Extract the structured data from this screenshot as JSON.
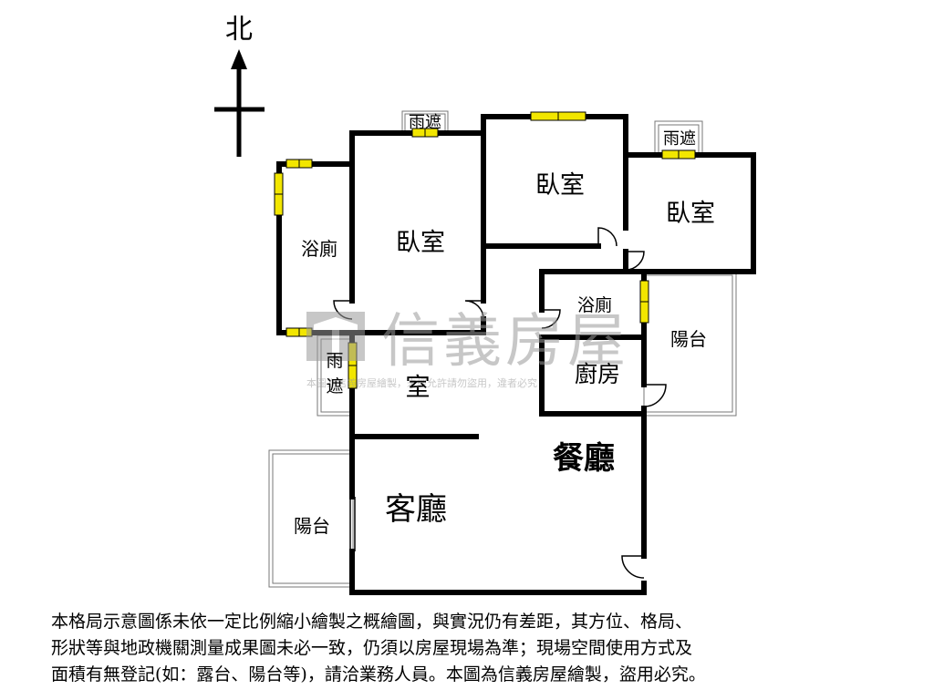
{
  "compass": {
    "north_label": "北"
  },
  "rooms": {
    "bedroom_west": "臥室",
    "bedroom_center": "臥室",
    "bedroom_east": "臥室",
    "bath_west": "浴廁",
    "bath_center": "浴廁",
    "kitchen": "廚房",
    "dining": "餐廳",
    "living": "客廳",
    "room_small": "室",
    "balcony_east": "陽台",
    "balcony_west": "陽台"
  },
  "canopies": {
    "north_a": "雨遮",
    "north_b": "雨遮",
    "west_line1": "雨",
    "west_line2": "遮"
  },
  "watermark": {
    "brand": "信義房屋",
    "notice": "本圖為信義房屋繪製，未經允許請勿盜用，違者必究"
  },
  "disclaimer": {
    "line1": "本格局示意圖係未依一定比例縮小繪製之概繪圖，與實況仍有差距，其方位、格局、",
    "line2": "形狀等與地政機關測量成果圖未必一致，仍須以房屋現場為準；現場空間使用方式及",
    "line3": "面積有無登記(如：露台、陽台等)，請洽業務人員。本圖為信義房屋繪製，盜用必究。"
  },
  "colors": {
    "wall": "#000000",
    "window": "#f2e600",
    "watermark": "#9a9a9a",
    "balcony_line": "#777777"
  }
}
